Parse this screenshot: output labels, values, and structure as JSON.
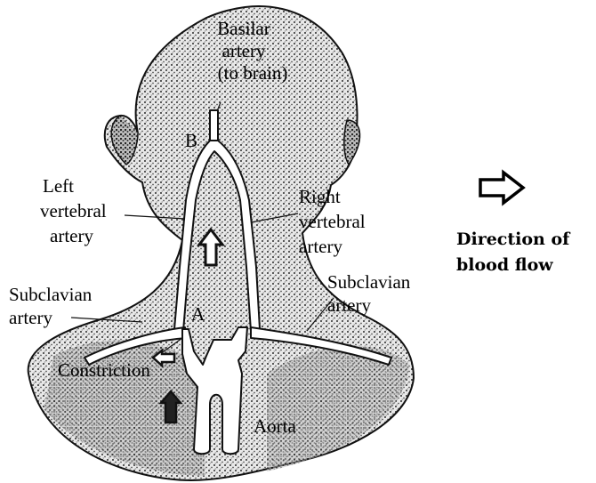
{
  "labels": {
    "basilar_1": "Basilar",
    "basilar_2": "artery",
    "basilar_3": "(to brain)",
    "point_b": "B",
    "left_vert_1": "Left",
    "left_vert_2": "vertebral",
    "left_vert_3": "artery",
    "right_vert_1": "Right",
    "right_vert_2": "vertebral",
    "right_vert_3": "artery",
    "left_sub_1": "Subclavian",
    "left_sub_2": "artery",
    "right_sub_1": "Subclavian",
    "right_sub_2": "artery",
    "point_a": "A",
    "constriction": "Constriction",
    "aorta": "Aorta"
  },
  "legend": {
    "line_1": "Direction of",
    "line_2": "blood flow",
    "icon": "right-arrow-icon"
  },
  "colors": {
    "stipple": "#8a8a8a",
    "background": "#ffffff",
    "ink": "#000000"
  }
}
